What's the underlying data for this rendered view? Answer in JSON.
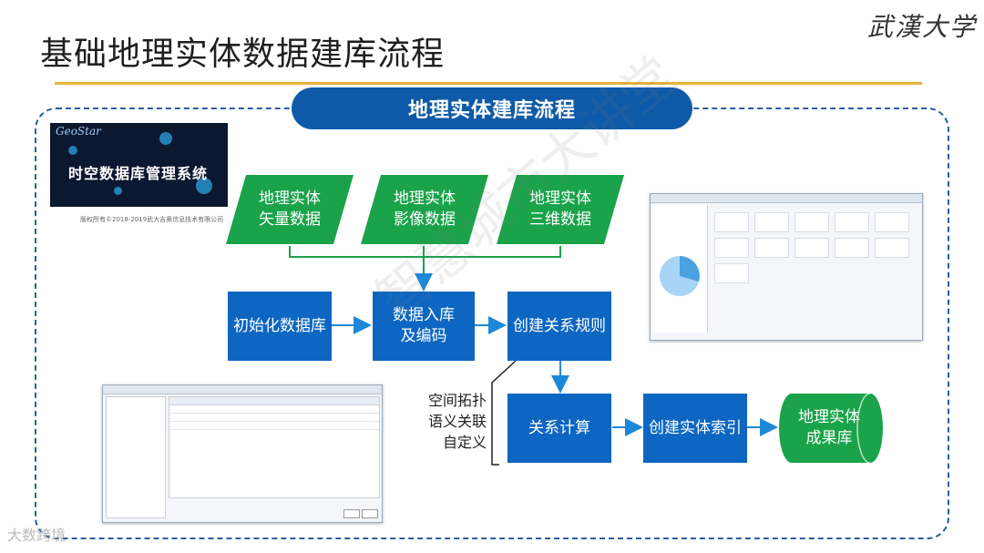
{
  "header": {
    "title": "基础地理实体数据建库流程",
    "logo_text": "武漢大学"
  },
  "banner": {
    "label": "地理实体建库流程"
  },
  "splash": {
    "brand": "GeoStar",
    "product_name": "时空数据库管理系统",
    "copyright": "版权所有©2018-2019武大吉奥信息技术有限公司"
  },
  "inputs": [
    {
      "label": "地理实体\n矢量数据"
    },
    {
      "label": "地理实体\n影像数据"
    },
    {
      "label": "地理实体\n三维数据"
    }
  ],
  "process": {
    "init_db": "初始化数据库",
    "ingest": "数据入库\n及编码",
    "rule": "创建关系规则",
    "compute": "关系计算",
    "index": "创建实体索引",
    "result": "地理实体\n成果库"
  },
  "side_note": {
    "lines": [
      "空间拓扑",
      "语义关联",
      "自定义"
    ]
  },
  "watermark": {
    "text": "智慧城市大讲堂",
    "corner": "大数跨境"
  },
  "colors": {
    "blue": "#0d66c2",
    "green": "#1aa34a",
    "banner": "#0f5aa8",
    "gold": "#e8b23a",
    "arrow": "#1e88d8"
  }
}
